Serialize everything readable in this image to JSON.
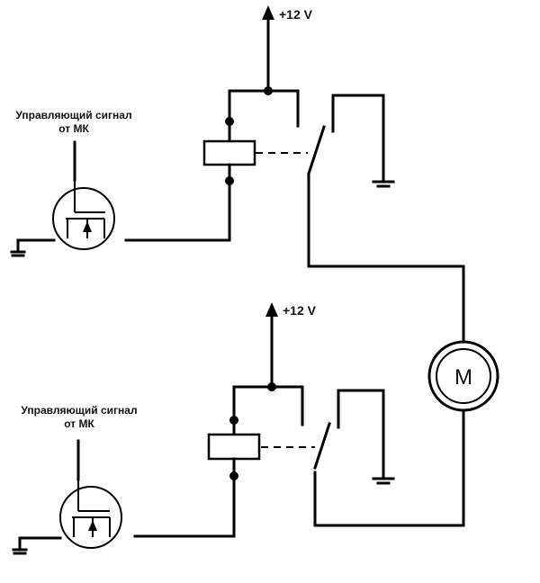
{
  "circuits": [
    {
      "supply_label": "+12 V",
      "control_label_line1": "Управляющий сигнал",
      "control_label_line2": "от МК"
    },
    {
      "supply_label": "+12 V",
      "control_label_line1": "Управляющий сигнал",
      "control_label_line2": "от МК"
    }
  ],
  "motor": {
    "label": "M"
  }
}
